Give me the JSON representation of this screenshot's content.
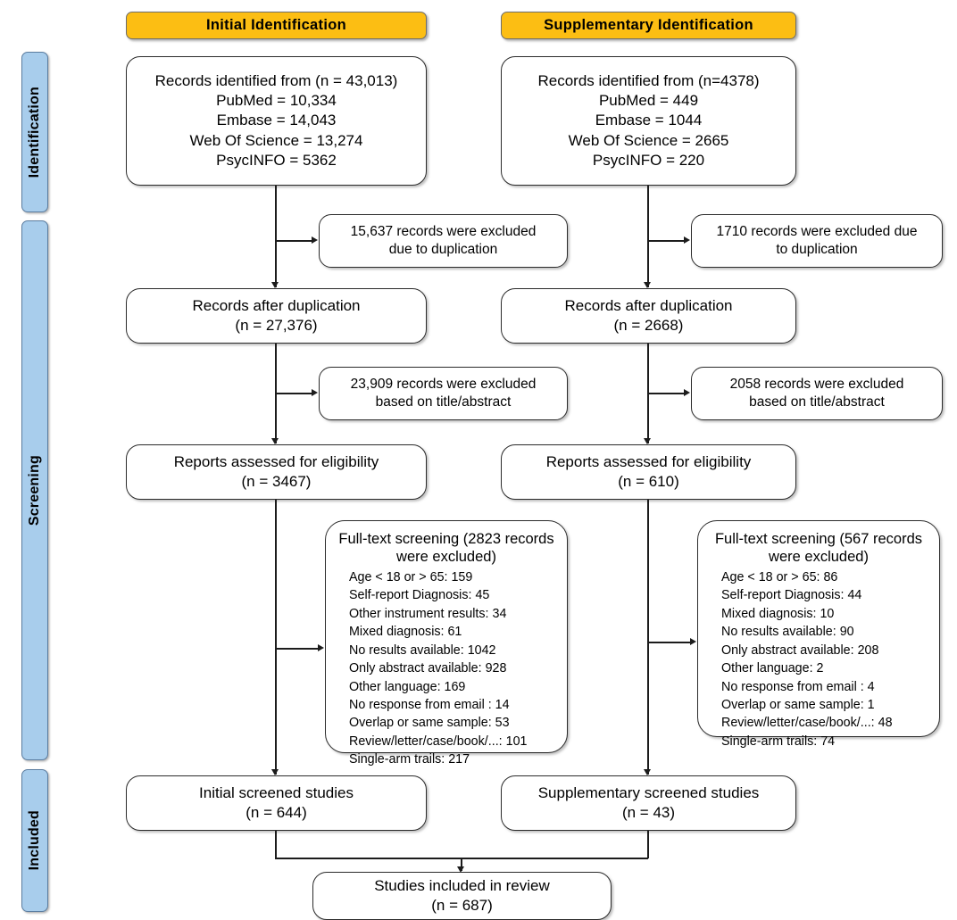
{
  "figure": {
    "type": "prisma-flow-diagram",
    "title": "PRISMA study selection flow diagram"
  },
  "stages": [
    {
      "label": "Identification"
    },
    {
      "label": "Screening"
    },
    {
      "label": "Included"
    }
  ],
  "columns": [
    {
      "header": "Initial  Identification"
    },
    {
      "header": "Supplementary Identification"
    }
  ],
  "initial": {
    "identified": {
      "lines": [
        "Records identified from  (n = 43,013)",
        "PubMed = 10,334",
        "Embase = 14,043",
        "Web Of Science = 13,274",
        "PsycINFO = 5362"
      ]
    },
    "excluded_duplication": {
      "lines": [
        "15,637 records were excluded",
        "due to duplication"
      ]
    },
    "after_duplication": {
      "lines": [
        "Records after duplication",
        "(n = 27,376)"
      ]
    },
    "excluded_title_abstract": {
      "lines": [
        "23,909 records were excluded",
        "based on title/abstract"
      ]
    },
    "eligibility": {
      "lines": [
        "Reports assessed for eligibility",
        "(n = 3467)"
      ]
    },
    "fulltext": {
      "title_lines": [
        "Full-text screening",
        "(2823 records were excluded)"
      ],
      "reasons": [
        "Age < 18 or > 65: 159",
        "Self-report Diagnosis: 45",
        "Other instrument results: 34",
        "Mixed diagnosis: 61",
        "No results available: 1042",
        "Only abstract available: 928",
        "Other language: 169",
        "No response from email : 14",
        "Overlap or same sample: 53",
        "Review/letter/case/book/...: 101",
        "Single-arm trails: 217"
      ]
    },
    "screened_studies": {
      "lines": [
        "Initial screened studies",
        "(n = 644)"
      ]
    }
  },
  "supplementary": {
    "identified": {
      "lines": [
        "Records identified from  (n=4378)",
        "PubMed = 449",
        "Embase = 1044",
        "Web Of Science = 2665",
        "PsycINFO = 220"
      ]
    },
    "excluded_duplication": {
      "lines": [
        "1710 records were excluded due",
        "to duplication"
      ]
    },
    "after_duplication": {
      "lines": [
        "Records after duplication",
        "(n = 2668)"
      ]
    },
    "excluded_title_abstract": {
      "lines": [
        "2058 records were excluded",
        "based on title/abstract"
      ]
    },
    "eligibility": {
      "lines": [
        "Reports assessed for eligibility",
        "(n = 610)"
      ]
    },
    "fulltext": {
      "title_lines": [
        "Full-text screening",
        "(567 records were excluded)"
      ],
      "reasons": [
        "Age < 18 or > 65: 86",
        "Self-report Diagnosis: 44",
        "Mixed diagnosis: 10",
        "No results available: 90",
        "Only abstract available: 208",
        "Other language: 2",
        "No response from email : 4",
        "Overlap or same sample: 1",
        "Review/letter/case/book/...: 48",
        "Single-arm trails: 74"
      ]
    },
    "screened_studies": {
      "lines": [
        "Supplementary screened studies",
        "(n = 43)"
      ]
    }
  },
  "included": {
    "final": {
      "lines": [
        "Studies included in review",
        "(n = 687)"
      ]
    }
  },
  "colors": {
    "header_fill": "#fcbe13",
    "stage_fill": "#a8cdec",
    "stage_border": "#5b7da0",
    "box_border": "#2b2b2b",
    "connector": "#1c1c1c"
  }
}
